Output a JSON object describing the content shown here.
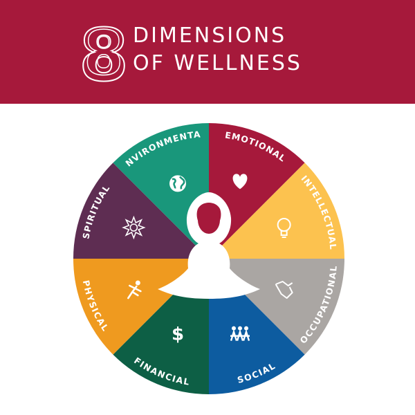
{
  "header": {
    "title_line1": "DIMENSIONS",
    "title_line2": "OF WELLNESS",
    "logo_text": "8",
    "background_color": "#a6193b"
  },
  "wheel": {
    "center_figure": "meditating-person-icon",
    "segments": [
      {
        "label": "EMOTIONAL",
        "color": "#a6193b",
        "icon": "heart-icon"
      },
      {
        "label": "INTELLECTUAL",
        "color": "#fcc24f",
        "icon": "lightbulb-icon"
      },
      {
        "label": "OCCUPATIONAL",
        "color": "#aaa6a3",
        "icon": "handshake-icon"
      },
      {
        "label": "SOCIAL",
        "color": "#0d5ca0",
        "icon": "people-icon"
      },
      {
        "label": "FINANCIAL",
        "color": "#0d5f45",
        "icon": "dollar-icon"
      },
      {
        "label": "PHYSICAL",
        "color": "#ef9a1f",
        "icon": "runner-icon"
      },
      {
        "label": "SPIRITUAL",
        "color": "#5e2d52",
        "icon": "sun-icon"
      },
      {
        "label": "ENVIRONMENTAL",
        "color": "#19977b",
        "icon": "globe-icon"
      }
    ]
  }
}
